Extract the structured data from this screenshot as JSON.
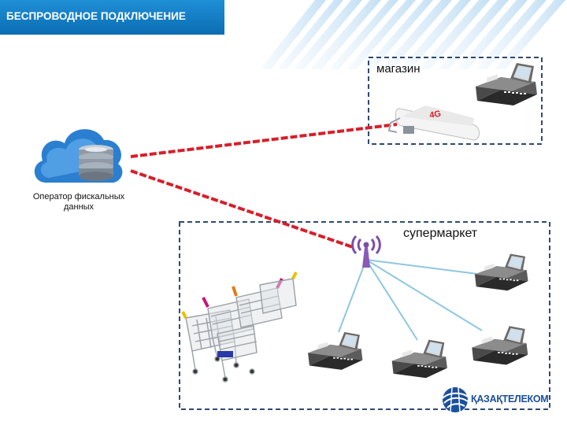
{
  "header": {
    "title": "БЕСПРОВОДНОЕ ПОДКЛЮЧЕНИЕ"
  },
  "labels": {
    "operator": "Оператор фискальных данных",
    "store": "магазин",
    "supermarket": "супермаркет"
  },
  "logo": {
    "text": "ҚАЗАҚТЕЛЕКОМ"
  },
  "modem_marking": "4G",
  "colors": {
    "header_bg": "#0b6db3",
    "dashed_box": "#2f4a72",
    "wired_link": "#d61f2a",
    "wifi_link": "#8ec7df",
    "logo": "#1a4f9c"
  },
  "icons": [
    "cloud-database-icon",
    "usb-modem-icon",
    "wifi-antenna-icon",
    "cash-register-icon",
    "shopping-carts-image",
    "kazakhtelecom-logo-icon"
  ]
}
